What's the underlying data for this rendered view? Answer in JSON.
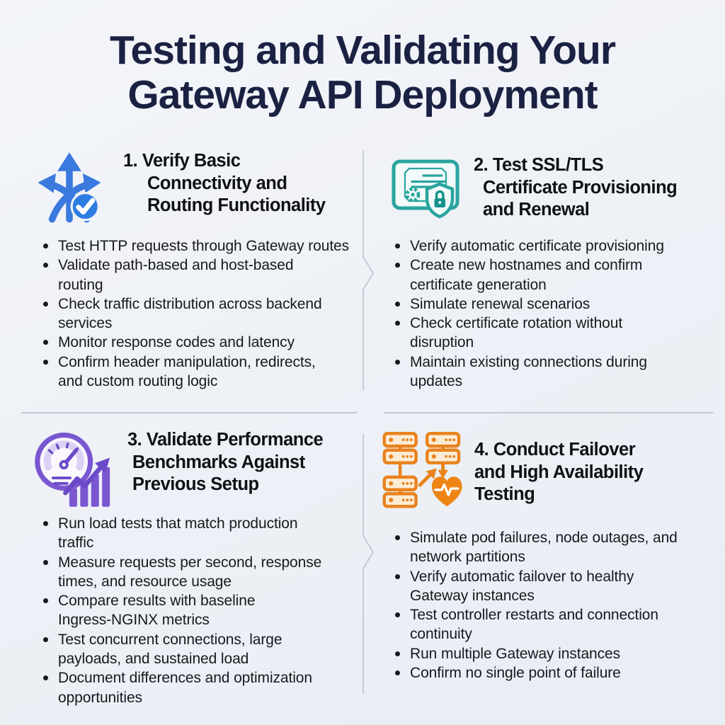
{
  "header": {
    "title_lines": [
      "Testing and Validating Your",
      "Gateway API Deployment"
    ]
  },
  "colors": {
    "background": "#eef1f6",
    "title": "#1b2142",
    "heading": "#0f1115",
    "body_text": "#17191e",
    "divider": "#c3c9d3",
    "section_accents": {
      "connectivity_blue": "#3a79de",
      "certificate_teal": "#2aa49e",
      "performance_purple": "#7a57d1",
      "failover_orange": "#e8831d"
    }
  },
  "sections": [
    {
      "number": "1",
      "icon": "branching-arrows-check-icon",
      "accent_color": "#3a79de",
      "heading_lines": [
        "1. Verify Basic",
        "Connectivity and",
        "Routing Functionality"
      ],
      "bullets": [
        [
          "Test HTTP requests through Gateway routes"
        ],
        [
          "Validate path-based and host-based",
          "routing"
        ],
        [
          "Check traffic distribution across backend",
          "services"
        ],
        [
          "Monitor response codes and latency"
        ],
        [
          "Confirm header manipulation, redirects,",
          "and custom routing logic"
        ]
      ]
    },
    {
      "number": "2",
      "icon": "certificate-shield-lock-icon",
      "accent_color": "#2aa49e",
      "heading_lines": [
        "2. Test SSL/TLS",
        "Certificate Provisioning",
        "and Renewal"
      ],
      "bullets": [
        [
          "Verify automatic certificate provisioning"
        ],
        [
          "Create new hostnames and confirm",
          "certificate generation"
        ],
        [
          "Simulate renewal scenarios"
        ],
        [
          "Check certificate rotation without",
          "disruption"
        ],
        [
          "Maintain existing connections during",
          "updates"
        ]
      ]
    },
    {
      "number": "3",
      "icon": "speedometer-growth-chart-icon",
      "accent_color": "#7a57d1",
      "heading_lines": [
        "3. Validate Performance",
        "Benchmarks Against",
        "Previous Setup"
      ],
      "bullets": [
        [
          "Run load tests that match production",
          "traffic"
        ],
        [
          "Measure requests per second, response",
          "times, and resource usage"
        ],
        [
          "Compare results with baseline",
          "Ingress-NGINX metrics"
        ],
        [
          "Test concurrent connections, large",
          "payloads, and sustained load"
        ],
        [
          "Document differences and optimization",
          "opportunities"
        ]
      ]
    },
    {
      "number": "4",
      "icon": "server-cluster-heartbeat-icon",
      "accent_color": "#e8831d",
      "heading_lines": [
        "4. Conduct Failover",
        "and High Availability",
        "Testing"
      ],
      "bullets": [
        [
          "Simulate pod failures, node outages, and",
          "network partitions"
        ],
        [
          "Verify automatic failover to healthy",
          "Gateway instances"
        ],
        [
          "Test controller restarts and connection",
          "continuity"
        ],
        [
          "Run multiple Gateway instances"
        ],
        [
          "Confirm no single point of failure"
        ]
      ]
    }
  ]
}
